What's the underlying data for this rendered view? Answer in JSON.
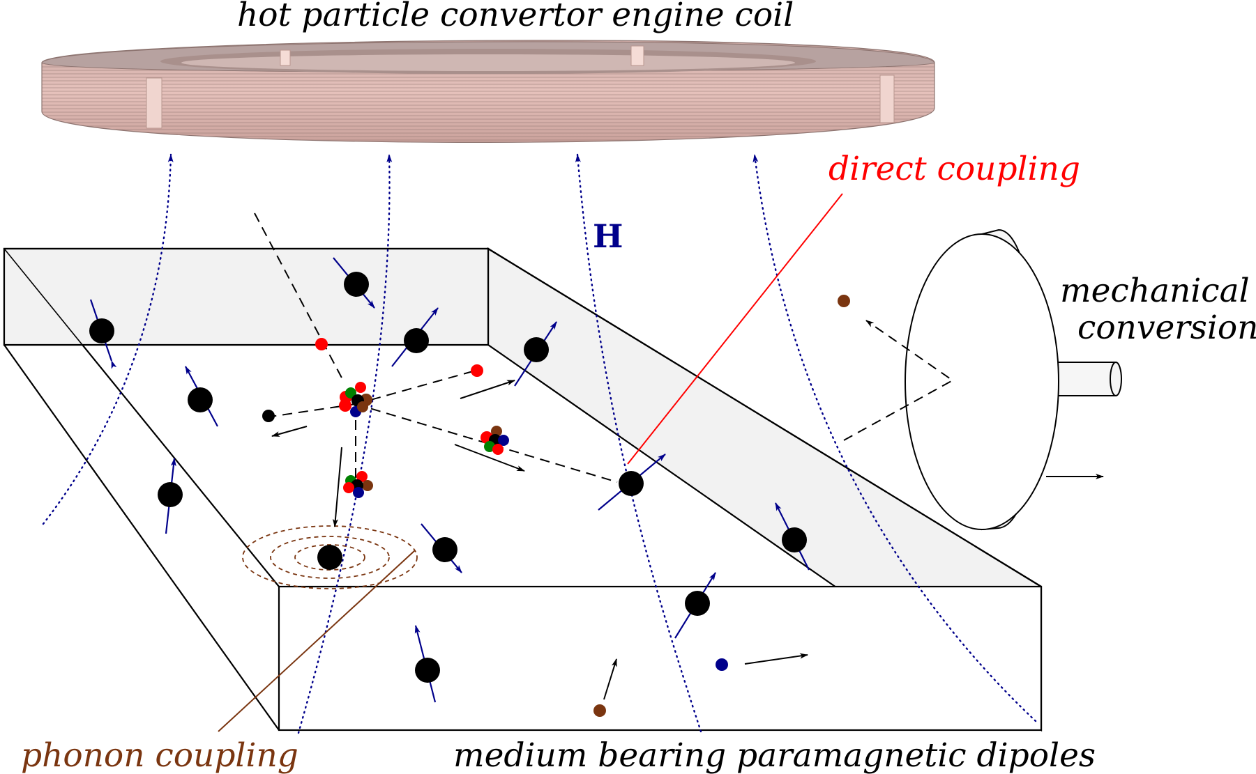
{
  "labels": {
    "coil": "hot particle convertor engine coil",
    "direct_coupling": "direct coupling",
    "field": "H",
    "mechanical_line1": "mechanical",
    "mechanical_line2": "conversion",
    "phonon_coupling": "phonon coupling",
    "medium": "medium bearing paramagnetic dipoles"
  },
  "colors": {
    "field_lines": "#00008b",
    "direct_coupling": "#ff0000",
    "phonon_coupling": "#7a3510",
    "slab_shade": "#f2f2f2",
    "coil_copper": "#d9a9a0",
    "dipole": "#000000",
    "spin_arrow": "#00008b",
    "particle_red": "#ff0000",
    "particle_green": "#008000",
    "particle_blue": "#00008b",
    "particle_brown": "#7a3510"
  },
  "icons": {
    "coil": "copper-coil-icon",
    "piston": "piston-icon"
  }
}
